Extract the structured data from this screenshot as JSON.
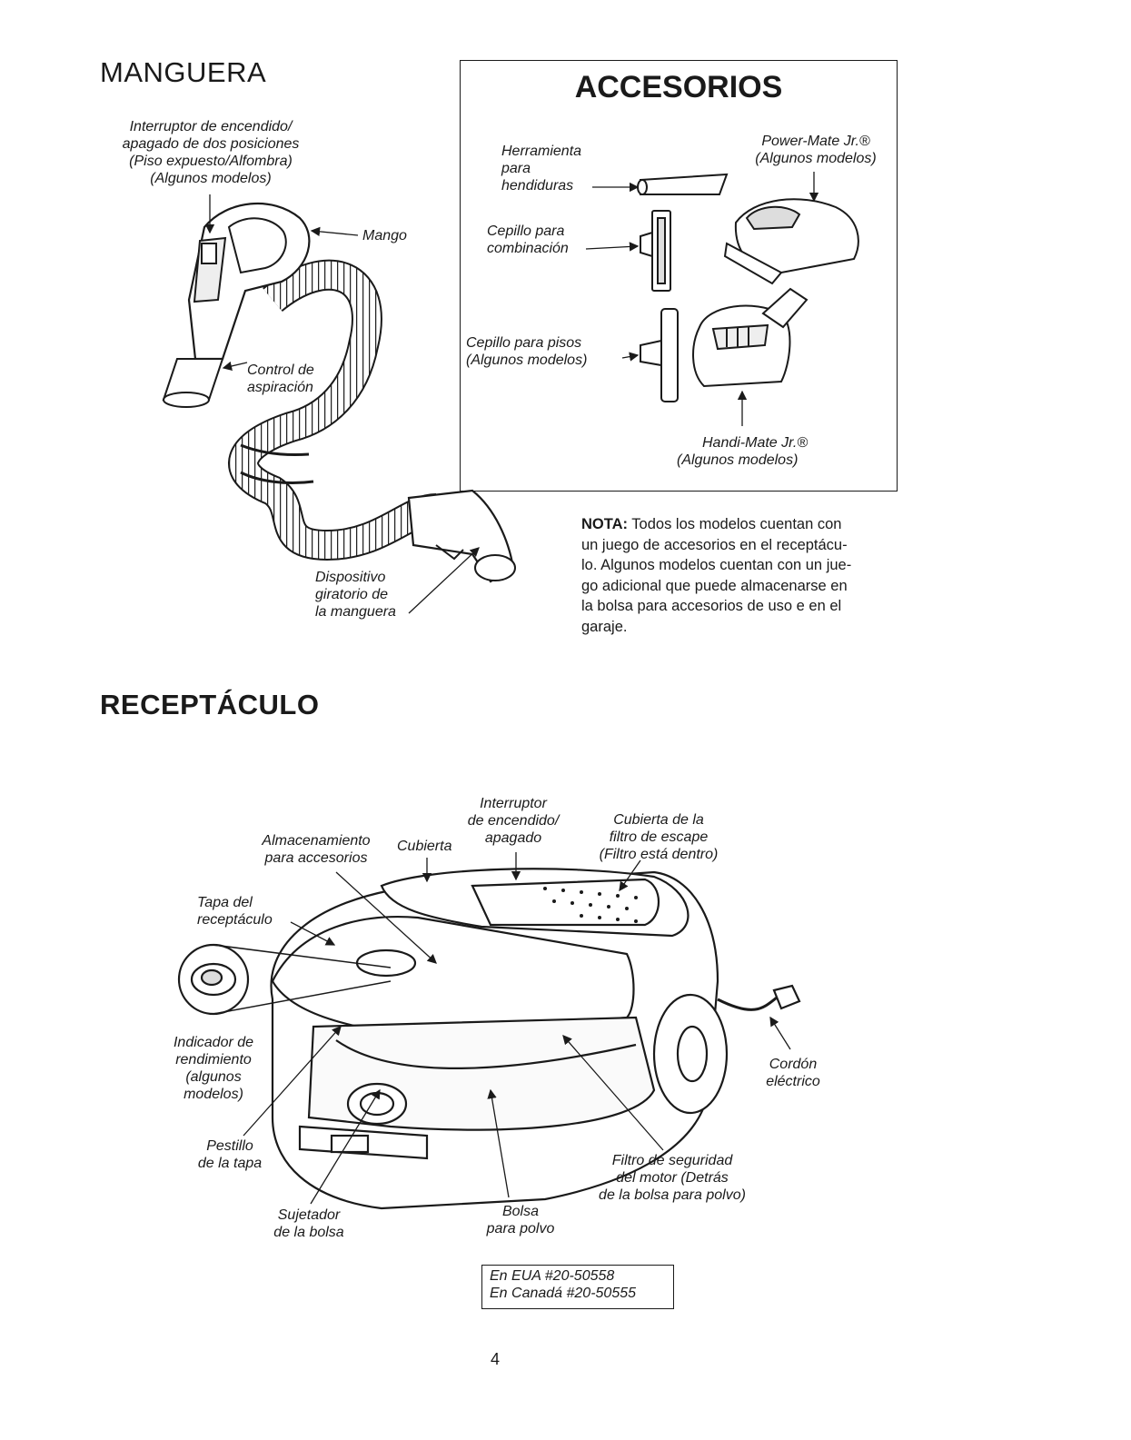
{
  "manguera": {
    "title": "MANGUERA",
    "switch_label": [
      "Interruptor de encendido/",
      "apagado de dos posiciones",
      "(Piso expuesto/Alfombra)",
      "(Algunos modelos)"
    ],
    "handle_label": "Mango",
    "suction_label": [
      "Control de",
      "aspiración"
    ],
    "swivel_label": [
      "Dispositivo",
      "giratorio de",
      "la manguera"
    ]
  },
  "accesorios": {
    "title": "ACCESORIOS",
    "crevice_tool": [
      "Herramienta",
      "para",
      "hendiduras"
    ],
    "power_mate": [
      "Power-Mate Jr.®",
      "(Algunos modelos)"
    ],
    "combination_brush": [
      "Cepillo para",
      "combinación"
    ],
    "floor_brush": [
      "Cepillo para pisos",
      "(Algunos modelos)"
    ],
    "handi_mate": [
      "Handi-Mate Jr.®",
      "(Algunos modelos)"
    ]
  },
  "nota": {
    "prefix": "NOTA:",
    "lines": [
      " Todos los modelos cuentan con",
      "un juego de accesorios en el receptácu-",
      "lo. Algunos modelos cuentan con un jue-",
      "go adicional que puede almacenarse en",
      "la bolsa para accesorios de uso e en el",
      "garaje."
    ]
  },
  "receptaculo": {
    "title": "RECEPTÁCULO",
    "power_switch": [
      "Interruptor",
      "de encendido/",
      "apagado"
    ],
    "exhaust_cover": [
      "Cubierta de la",
      "filtro de escape",
      "(Filtro está dentro)"
    ],
    "storage": [
      "Almacenamiento",
      "para accesorios"
    ],
    "cover": "Cubierta",
    "lid": [
      "Tapa del",
      "receptáculo"
    ],
    "indicator": [
      "Indicador de",
      "rendimiento",
      "(algunos",
      "modelos)"
    ],
    "latch": [
      "Pestillo",
      "de la tapa"
    ],
    "holder": [
      "Sujetador",
      "de la bolsa"
    ],
    "dust_bag": [
      "Bolsa",
      "para polvo"
    ],
    "motor_filter": [
      "Filtro de seguridad",
      "del motor (Detrás",
      "de la bolsa para polvo)"
    ],
    "cord": [
      "Cordón",
      "eléctrico"
    ],
    "bag_numbers": [
      "En EUA #20-50558",
      "En Canadá #20-50555"
    ]
  },
  "page_number": "4"
}
